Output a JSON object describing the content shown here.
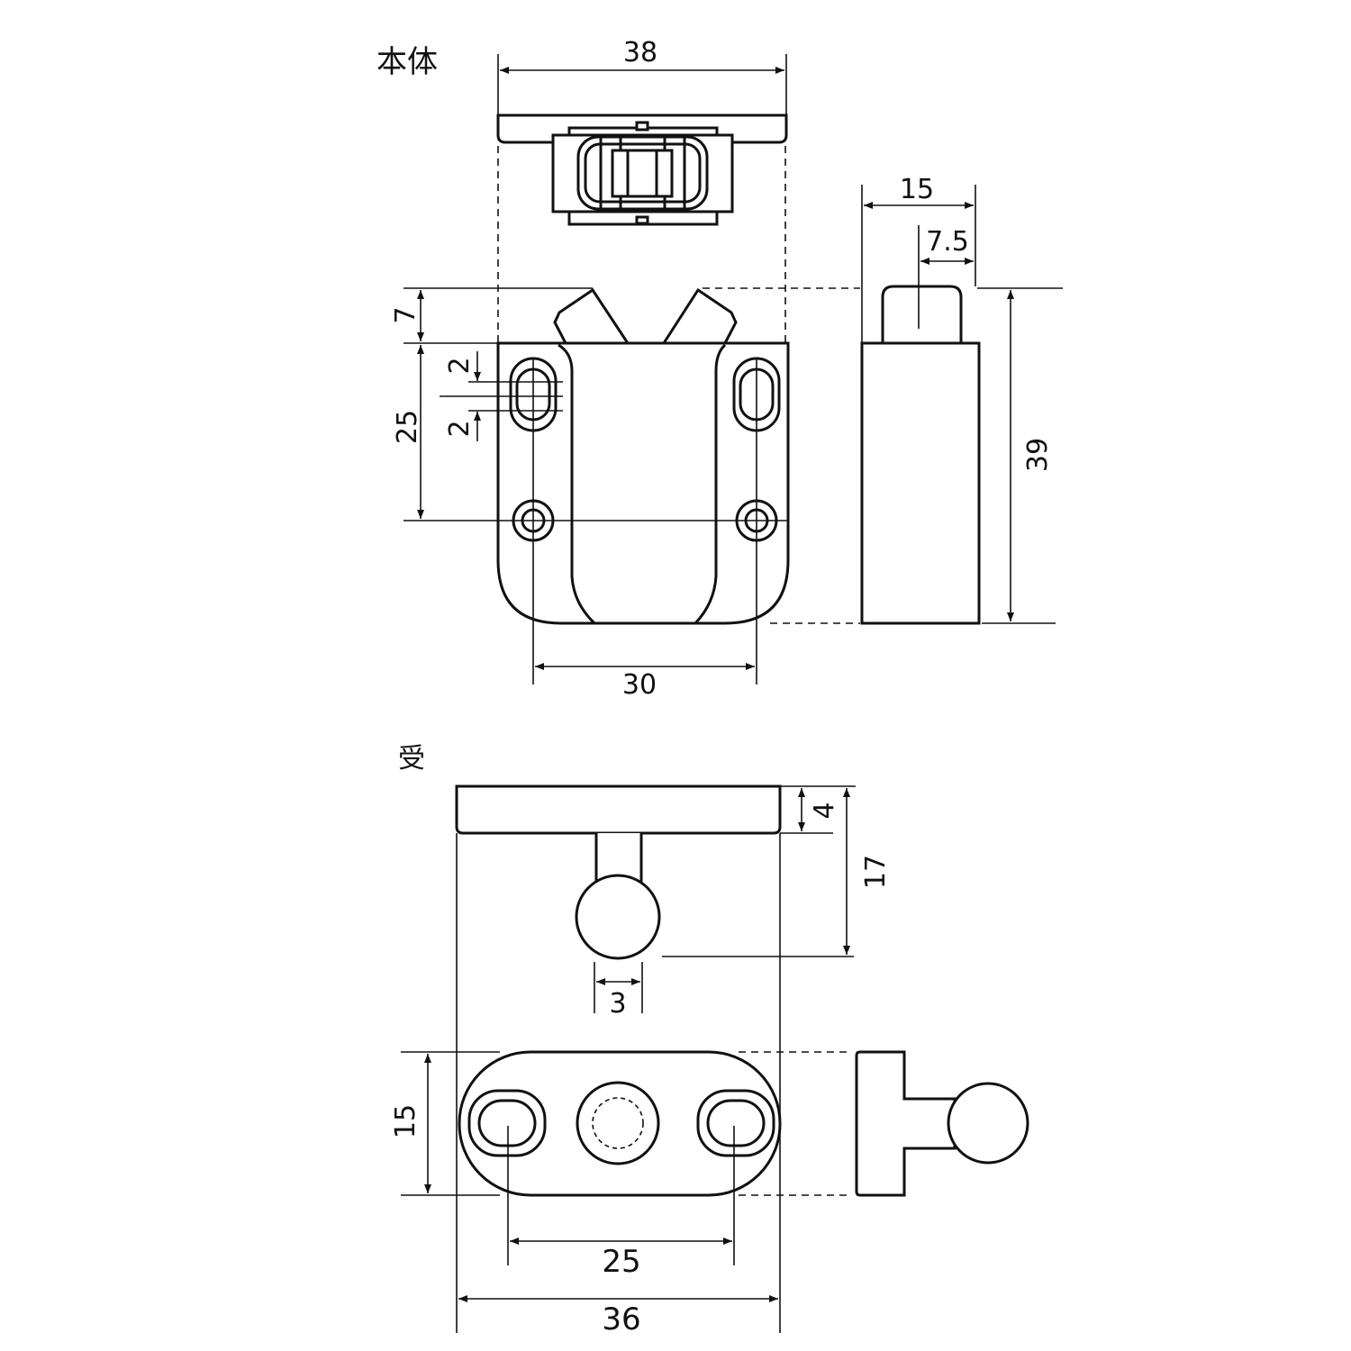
{
  "main_unit": {
    "title": "本体",
    "dims": {
      "width": "38",
      "side_depth": "15",
      "side_half": "7.5",
      "wing_height": "7",
      "hole_spacing_v": "25",
      "slot_above": "2",
      "slot_below": "2",
      "total_height": "39",
      "hole_spacing_h": "30"
    }
  },
  "catch": {
    "title": "受",
    "dims": {
      "plate_thickness": "4",
      "height": "17",
      "stem": "3",
      "width_short": "15",
      "hole_spacing": "25",
      "width": "36"
    }
  }
}
